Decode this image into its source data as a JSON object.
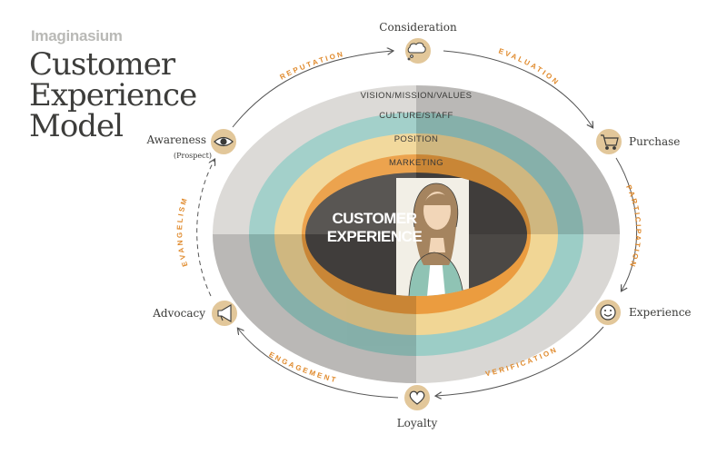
{
  "brand": "Imaginasium",
  "title_lines": [
    "Customer",
    "Experience",
    "Model"
  ],
  "rings": [
    {
      "label": "VISION/MISSION/VALUES"
    },
    {
      "label": "CULTURE/STAFF"
    },
    {
      "label": "POSITION"
    },
    {
      "label": "MARKETING"
    }
  ],
  "core": {
    "line1": "CUSTOMER",
    "line2": "EXPERIENCE"
  },
  "stages": [
    {
      "id": "consideration",
      "label": "Consideration",
      "icon": "thought-bubble-icon"
    },
    {
      "id": "purchase",
      "label": "Purchase",
      "icon": "shopping-cart-icon"
    },
    {
      "id": "experience",
      "label": "Experience",
      "icon": "smiley-face-icon"
    },
    {
      "id": "loyalty",
      "label": "Loyalty",
      "icon": "heart-icon"
    },
    {
      "id": "advocacy",
      "label": "Advocacy",
      "icon": "megaphone-icon"
    },
    {
      "id": "awareness",
      "label": "Awareness",
      "sub": "(Prospect)",
      "icon": "eye-icon"
    }
  ],
  "transitions": [
    "REPUTATION",
    "EVALUATION",
    "PARTICIPATION",
    "VERIFICATION",
    "ENGAGEMENT",
    "EVANGELISM"
  ],
  "colors": {
    "ring_outer": "#d9d7d4",
    "ring_culture": "#9ccdc6",
    "ring_position": "#f1d695",
    "ring_marketing": "#eb9c3f",
    "core": "#4b4845",
    "icon_fill": "#e2c79a",
    "accent": "#e08a2c"
  }
}
